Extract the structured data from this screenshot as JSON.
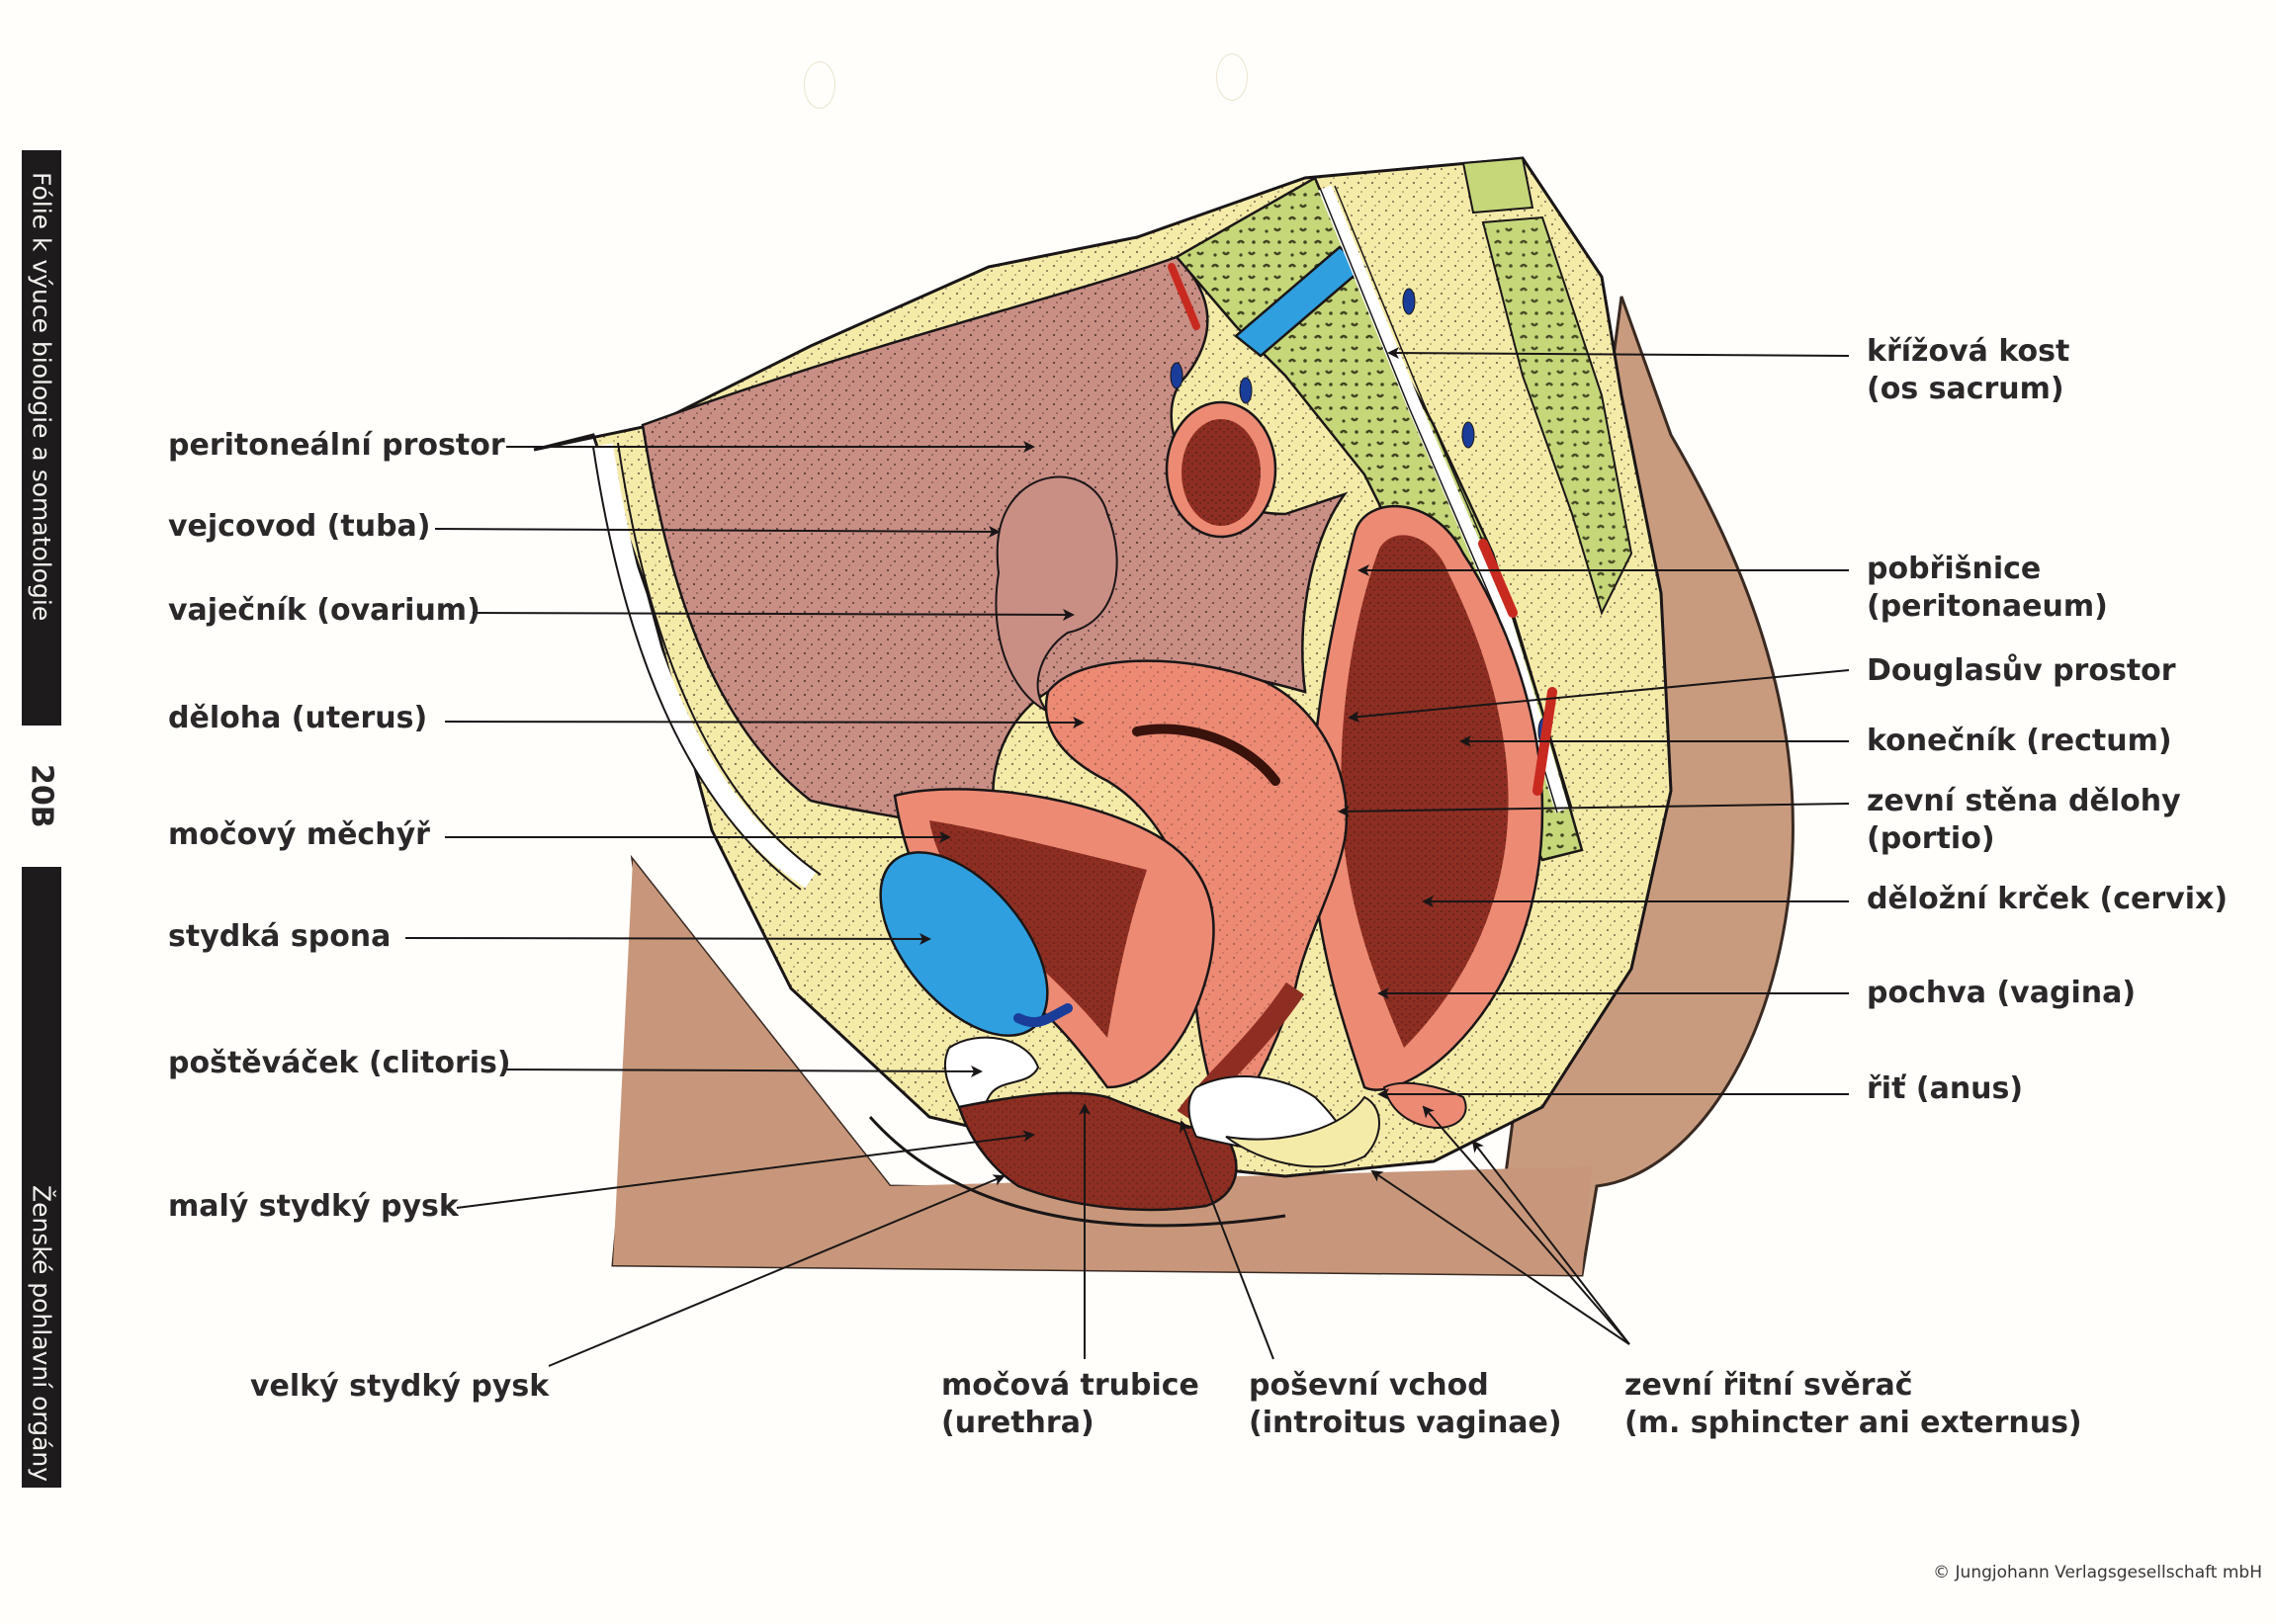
{
  "sidebar": {
    "series_title": "Fólie k výuce biologie a somatologie",
    "sheet_number": "20B",
    "sheet_title": "Ženské pohlavní orgány"
  },
  "colors": {
    "band": "#1e1b1c",
    "skin": "#c99b7e",
    "fat": "#f5eba9",
    "peritoneal": "#c98e84",
    "uterus": "#ec8a74",
    "rectum_dark": "#8e2e22",
    "bone": "#c6d77a",
    "bladder_symphysis": "#2f9fe0",
    "vessel_red": "#c82a20",
    "vessel_blue": "#1a3d9a"
  },
  "labels": {
    "left": [
      {
        "id": "peritoneal-space",
        "lines": [
          "peritoneální prostor"
        ]
      },
      {
        "id": "fallopian-tube",
        "lines": [
          "vejcovod (tuba)"
        ]
      },
      {
        "id": "ovary",
        "lines": [
          "vaječník (ovarium)"
        ]
      },
      {
        "id": "uterus",
        "lines": [
          "děloha (uterus)"
        ]
      },
      {
        "id": "bladder",
        "lines": [
          "močový měchýř"
        ]
      },
      {
        "id": "pubic-symphysis",
        "lines": [
          "stydká spona"
        ]
      },
      {
        "id": "clitoris",
        "lines": [
          "poštěváček (clitoris)"
        ]
      },
      {
        "id": "labia-minora",
        "lines": [
          "malý stydký pysk"
        ]
      },
      {
        "id": "labia-majora",
        "lines": [
          "velký stydký pysk"
        ]
      }
    ],
    "right": [
      {
        "id": "sacrum",
        "lines": [
          "křížová kost",
          "(os sacrum)"
        ]
      },
      {
        "id": "peritoneum",
        "lines": [
          "pobřišnice",
          "(peritonaeum)"
        ]
      },
      {
        "id": "douglas-pouch",
        "lines": [
          "Douglasův prostor"
        ]
      },
      {
        "id": "rectum",
        "lines": [
          "konečník (rectum)"
        ]
      },
      {
        "id": "portio",
        "lines": [
          "zevní stěna dělohy",
          "(portio)"
        ]
      },
      {
        "id": "cervix",
        "lines": [
          "děložní krček (cervix)"
        ]
      },
      {
        "id": "vagina",
        "lines": [
          "pochva (vagina)"
        ]
      },
      {
        "id": "anus",
        "lines": [
          "řiť (anus)"
        ]
      }
    ],
    "bottom": [
      {
        "id": "urethra",
        "lines": [
          "močová trubice",
          "(urethra)"
        ]
      },
      {
        "id": "vaginal-introitus",
        "lines": [
          "poševní vchod",
          "(introitus vaginae)"
        ]
      },
      {
        "id": "anal-sphincter",
        "lines": [
          "zevní řitní svěrač",
          "(m. sphincter ani externus)"
        ]
      }
    ]
  },
  "copyright": "© Jungjohann Verlagsgesellschaft mbH"
}
